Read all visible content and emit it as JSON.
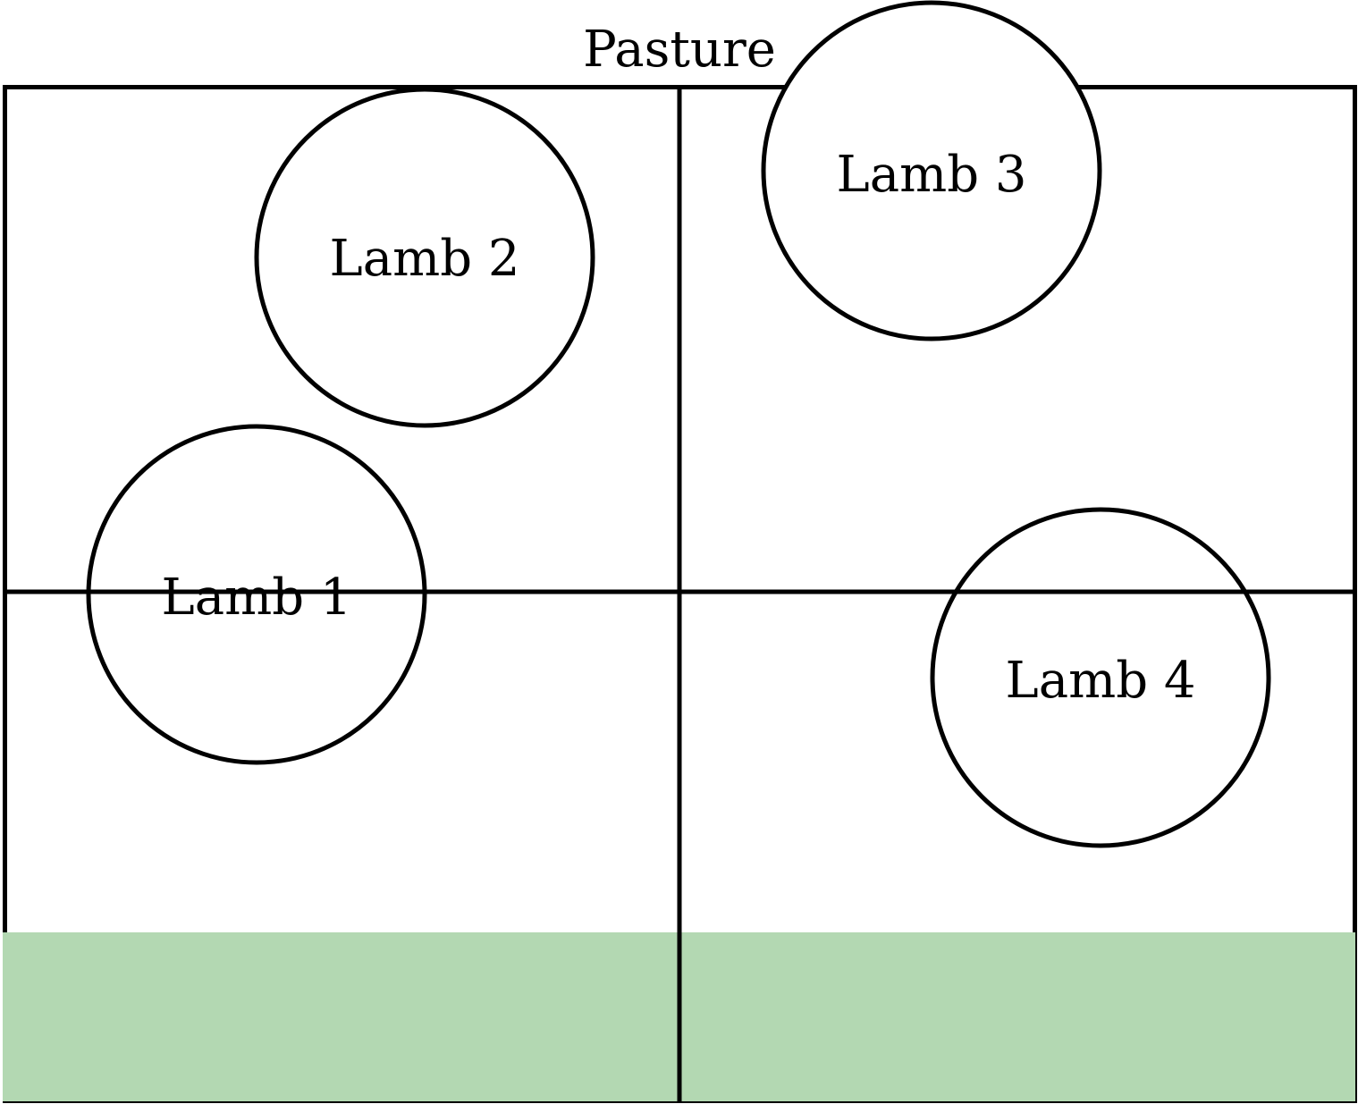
{
  "title": "Pasture",
  "lambs": [
    {
      "label": "Lamb 1"
    },
    {
      "label": "Lamb 2"
    },
    {
      "label": "Lamb 3"
    },
    {
      "label": "Lamb 4"
    }
  ],
  "colors": {
    "grass": "#b3d8b2",
    "stroke": "#000000"
  }
}
